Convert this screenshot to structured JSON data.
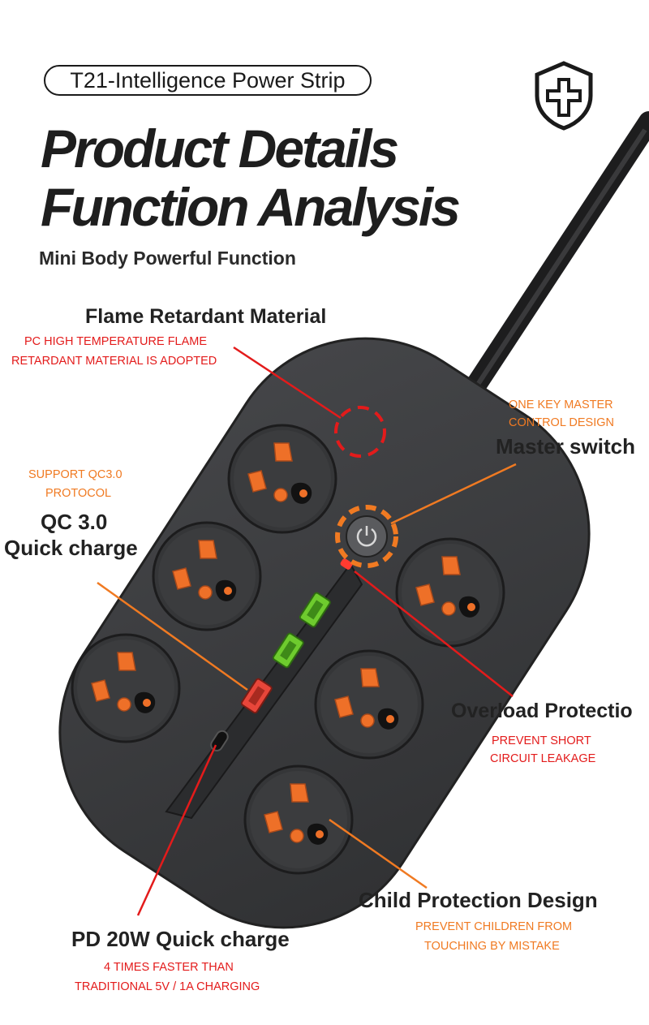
{
  "header": {
    "model_tag": "T21-Intelligence Power Strip",
    "headline_line1": "Product Details",
    "headline_line2": "Function Analysis",
    "subtitle": "Mini Body Powerful Function"
  },
  "features": {
    "flame": {
      "title": "Flame Retardant Material",
      "desc_line1": "PC HIGH TEMPERATURE FLAME",
      "desc_line2": "RETARDANT MATERIAL IS ADOPTED"
    },
    "master": {
      "desc_line1": "ONE KEY MASTER",
      "desc_line2": "CONTROL DESIGN",
      "title": "Master switch"
    },
    "qc": {
      "desc_line1": "SUPPORT QC3.0",
      "desc_line2": "PROTOCOL",
      "title_line1": "QC 3.0",
      "title_line2": "Quick charge"
    },
    "overload": {
      "title": "Overload Protectio",
      "desc_line1": "PREVENT SHORT",
      "desc_line2": "CIRCUIT LEAKAGE"
    },
    "child": {
      "title": "Child Protection Design",
      "desc_line1": "PREVENT CHILDREN FROM",
      "desc_line2": "TOUCHING BY MISTAKE"
    },
    "pd": {
      "title": "PD 20W Quick charge",
      "desc_line1": "4 TIMES FASTER THAN",
      "desc_line2": "TRADITIONAL 5V / 1A CHARGING"
    }
  },
  "icons": {
    "badge": "shield-cross-icon",
    "power": "power-icon"
  },
  "colors": {
    "red_accent": "#e31b1b",
    "orange_accent": "#f07a22",
    "strip_body": "#3a3b3d",
    "socket_pin": "#ee7028",
    "usb_green": "#6ecb2e",
    "usb_red": "#e8463a"
  }
}
